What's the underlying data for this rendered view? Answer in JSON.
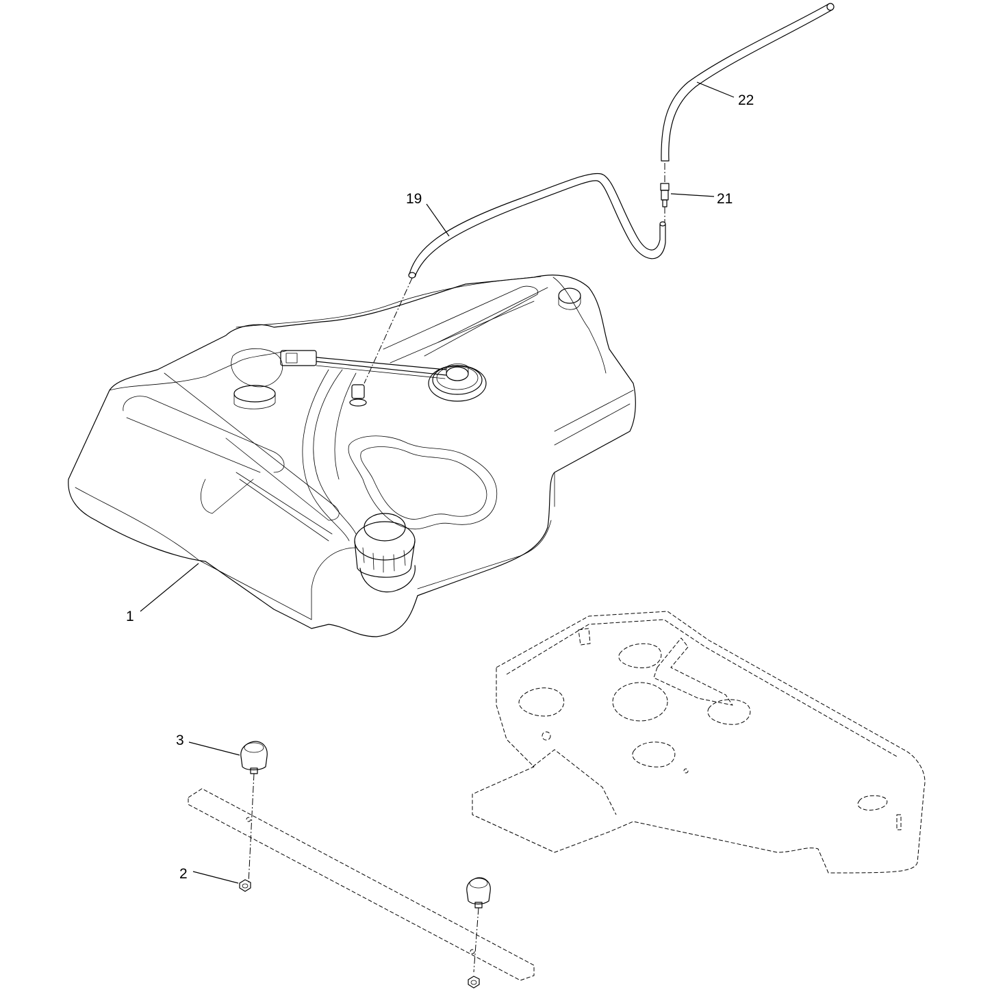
{
  "callouts": {
    "c1": "1",
    "c2": "2",
    "c3": "3",
    "c19": "19",
    "c21": "21",
    "c22": "22"
  }
}
